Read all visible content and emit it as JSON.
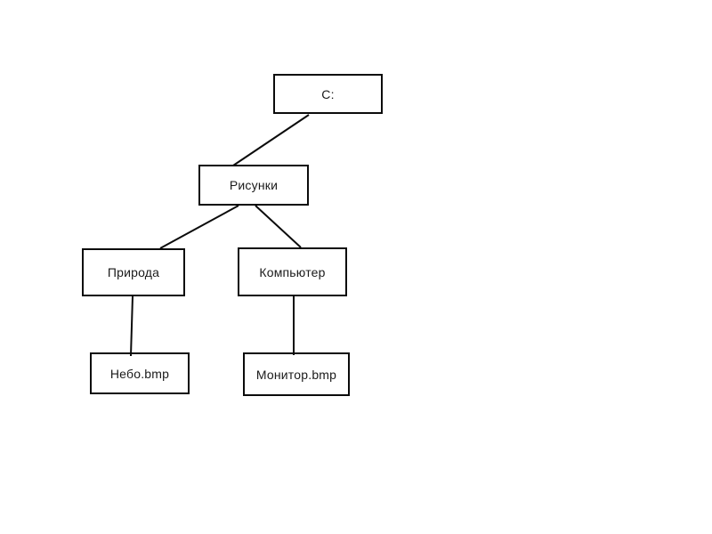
{
  "diagram": {
    "type": "tree",
    "description": "File system hierarchy diagram",
    "nodes": [
      {
        "id": "c-drive",
        "label": "C:"
      },
      {
        "id": "risunki",
        "label": "Рисунки"
      },
      {
        "id": "priroda",
        "label": "Природа"
      },
      {
        "id": "kompyuter",
        "label": "Компьютер"
      },
      {
        "id": "nebo-bmp",
        "label": "Небо.bmp"
      },
      {
        "id": "monitor-bmp",
        "label": "Монитор.bmp"
      }
    ],
    "edges": [
      {
        "from": "C:",
        "to": "Рисунки"
      },
      {
        "from": "Рисунки",
        "to": "Природа"
      },
      {
        "from": "Рисунки",
        "to": "Компьютер"
      },
      {
        "from": "Природа",
        "to": "Небо.bmp"
      },
      {
        "from": "Компьютер",
        "to": "Монитор.bmp"
      }
    ],
    "colors": {
      "background": "#ffffff",
      "box_fill": "#ffffff",
      "box_border": "#0b0b0b",
      "edge_line": "#0b0b0b",
      "text": "#1a1a1a"
    }
  }
}
